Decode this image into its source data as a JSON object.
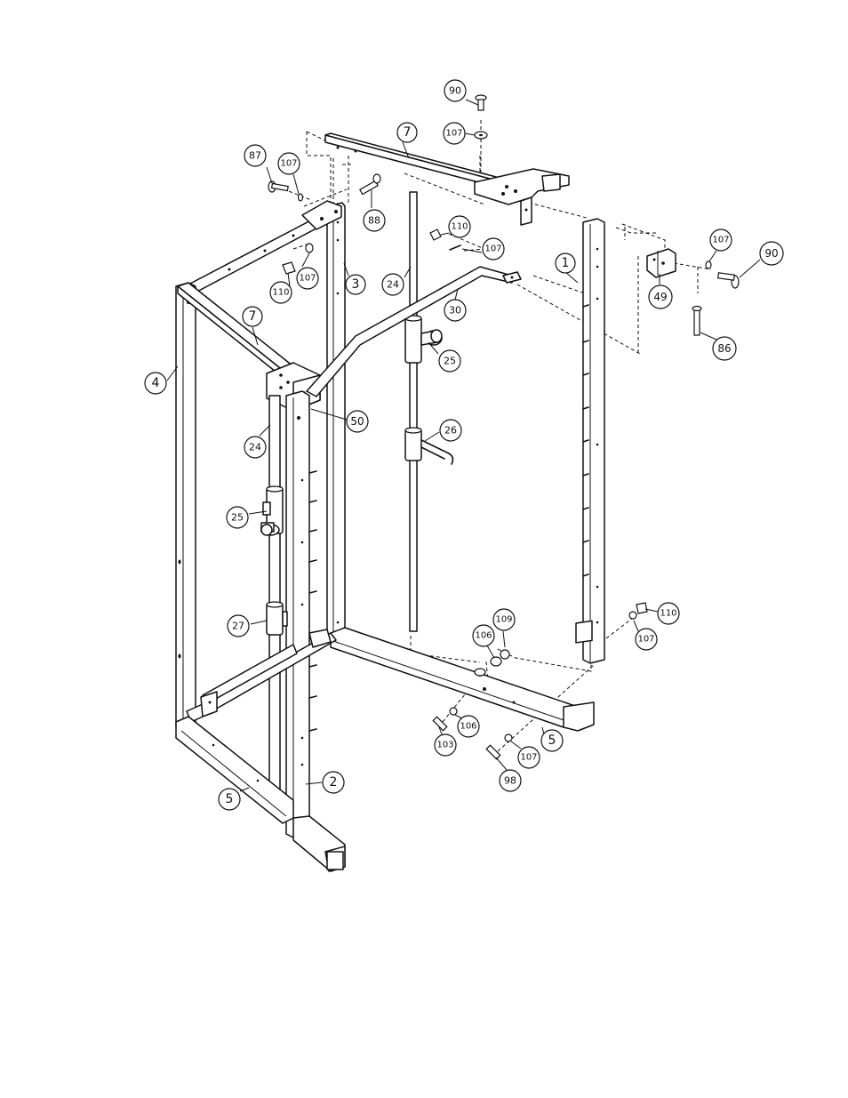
{
  "callouts": {
    "c90_top": "90",
    "c107_top": "107",
    "c7_top": "7",
    "c87": "87",
    "c107_left": "107",
    "c88": "88",
    "c110_top": "110",
    "c107_mid": "107",
    "c107_right": "107",
    "c90_right": "90",
    "c1": "1",
    "c24_back": "24",
    "c3": "3",
    "c107_bolt": "107",
    "c110_left": "110",
    "c30": "30",
    "c49": "49",
    "c86": "86",
    "c7_front": "7",
    "c25_back": "25",
    "c4": "4",
    "c50": "50",
    "c26": "26",
    "c24_front": "24",
    "c25_front": "25",
    "c27": "27",
    "c110_bottom": "110",
    "c109": "109",
    "c106_top": "106",
    "c107_bottom_right": "107",
    "c106_bottom": "106",
    "c103": "103",
    "c5_right": "5",
    "c107_bottom": "107",
    "c2": "2",
    "c98": "98",
    "c5_left": "5"
  }
}
